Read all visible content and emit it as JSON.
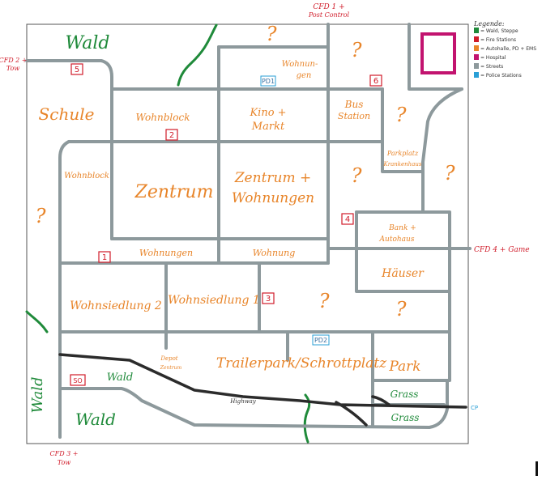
{
  "map": {
    "boundary_labels": {
      "cfd1": "CFD 1 +",
      "cfd1_sub": "Post Control",
      "cfd2": "CFD 2 +",
      "cfd2_sub": "Tow",
      "cfd3": "CFD 3 +",
      "cfd3_sub": "Tow",
      "cfd4": "CFD 4 + Game",
      "cp": "CP"
    },
    "areas": {
      "wald_top": "Wald",
      "wald_left": "Wald",
      "wald_bottom_big": "Wald",
      "wald_bottom_small": "Wald",
      "schule": "Schule",
      "wohnblock_left": "Wohnblock",
      "wohnblock_top": "Wohnblock",
      "zentrum": "Zentrum",
      "zentrum_wohnungen_1": "Zentrum +",
      "zentrum_wohnungen_2": "Wohnungen",
      "kino_1": "Kino +",
      "kino_2": "Markt",
      "bus_1": "Bus",
      "bus_2": "Station",
      "wohnungen_top_1": "Wohnun-",
      "wohnungen_top_2": "gen",
      "parkplatz_1": "Parkplatz",
      "parkplatz_2": "Krankenhaus",
      "bank_1": "Bank +",
      "bank_2": "Autohaus",
      "haeuser": "Häuser",
      "wohnungen_mid": "Wohnungen",
      "wohnung_mid": "Wohnung",
      "siedlung2": "Wohnsiedlung 2",
      "siedlung1": "Wohnsiedlung 1",
      "depot_1": "Depot",
      "depot_2": "Zentrum",
      "trailer": "Trailerpark/Schrottplatz",
      "park": "Park",
      "grass_1": "Grass",
      "grass_2": "Grass",
      "highway": "Highway"
    },
    "unknown_mark": "?",
    "fire_stations": [
      "1",
      "2",
      "3",
      "4",
      "5",
      "6",
      "SO"
    ],
    "police_stations": [
      "PD1",
      "PD2"
    ],
    "legend": {
      "title": "Legende:",
      "items": [
        {
          "color": "#1f8a3a",
          "label": "= Wald, Steppe"
        },
        {
          "color": "#d01c2a",
          "label": "= Fire Stations"
        },
        {
          "color": "#e8852a",
          "label": "= Autohalle, PD + EMS"
        },
        {
          "color": "#c2136f",
          "label": "= Hospital"
        },
        {
          "color": "#8d999c",
          "label": "= Streets"
        },
        {
          "color": "#2a9fd6",
          "label": "= Police Stations"
        }
      ]
    },
    "colors": {
      "street": "#8d999c",
      "highway": "#2b2b2b",
      "hospital": "#c2136f",
      "forest_line": "#1f8a3a"
    }
  }
}
